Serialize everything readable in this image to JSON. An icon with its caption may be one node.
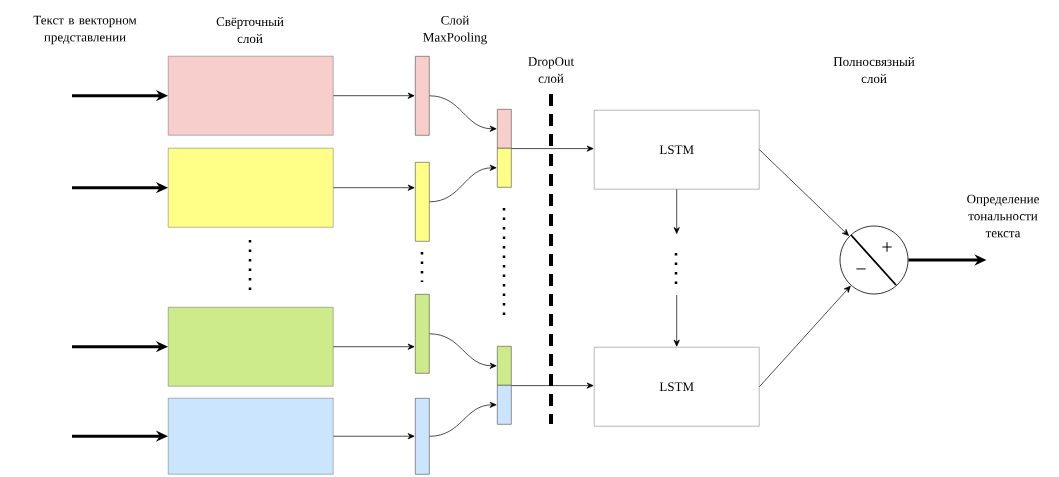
{
  "diagram": {
    "nodes": [
      {
        "text": [],
        "shape": "box"
      },
      {
        "text": [],
        "shape": "box"
      },
      {
        "text": [],
        "shape": "box"
      },
      {
        "text": [],
        "shape": "box"
      },
      {
        "text": [],
        "shape": "bar"
      },
      {
        "text": [],
        "shape": "bar"
      },
      {
        "text": [],
        "shape": "bar"
      },
      {
        "text": [],
        "shape": "bar"
      },
      {
        "text": [],
        "shape": "bar"
      },
      {
        "text": [],
        "shape": "bar"
      },
      {
        "text": [],
        "shape": "bar"
      },
      {
        "text": [],
        "shape": "bar"
      },
      {
        "text": [
          "LSTM"
        ]
      },
      {
        "text": [
          "LSTM"
        ]
      },
      {
        "text": [
          "+",
          "−"
        ]
      }
    ],
    "edges": [
      {
        "from": null,
        "to": 0,
        "arrow": "to",
        "style": "thick"
      },
      {
        "from": null,
        "to": 1,
        "arrow": "to",
        "style": "thick"
      },
      {
        "from": null,
        "to": 2,
        "arrow": "to",
        "style": "thick"
      },
      {
        "from": null,
        "to": 3,
        "arrow": "to",
        "style": "thick"
      },
      {
        "from": 0,
        "to": 4,
        "arrow": "to"
      },
      {
        "from": 1,
        "to": 5,
        "arrow": "to"
      },
      {
        "from": 2,
        "to": 6,
        "arrow": "to"
      },
      {
        "from": 3,
        "to": 7,
        "arrow": "to"
      },
      {
        "from": 4,
        "to": 8,
        "arrow": "to"
      },
      {
        "from": 5,
        "to": 9,
        "arrow": "to"
      },
      {
        "from": 6,
        "to": 10,
        "arrow": "to"
      },
      {
        "from": 7,
        "to": 11,
        "arrow": "to"
      },
      {
        "from": 8,
        "to": 12,
        "arrow": "to"
      },
      {
        "from": 10,
        "to": 13,
        "arrow": "to"
      },
      {
        "from": 12,
        "to": null,
        "arrow": "to"
      },
      {
        "from": null,
        "to": 13,
        "arrow": "to"
      },
      {
        "from": 12,
        "to": 14,
        "arrow": "to"
      },
      {
        "from": 13,
        "to": 14,
        "arrow": "to"
      },
      {
        "from": 14,
        "to": null,
        "arrow": "to",
        "style": "thick"
      }
    ],
    "labels": [
      "Текст в векторном представлении",
      "Свёрточный слой",
      "Слой MaxPooling",
      "DropOut слой",
      "Полносвязный слой",
      "Определение тональности текста"
    ]
  }
}
